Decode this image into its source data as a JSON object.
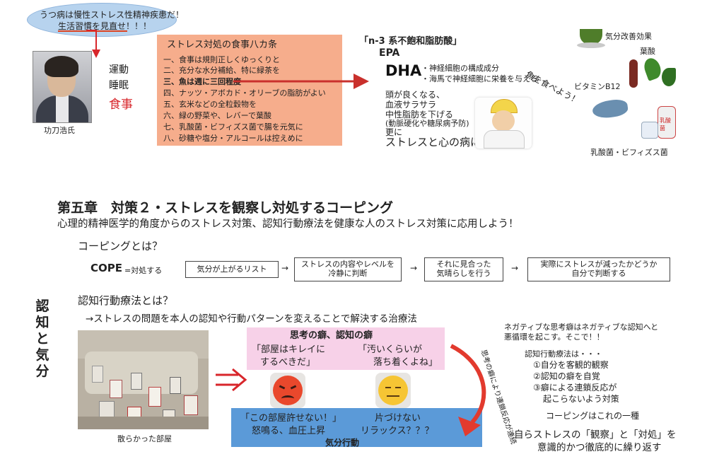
{
  "top": {
    "bubble_line1": "うつ病は慢性ストレス性精神疾患だ！",
    "bubble_line2": "生活習慣を見直せ！！！",
    "person_caption": "功刀浩氏",
    "lifestyle": [
      "運動",
      "睡眠",
      "食事"
    ],
    "kaijo_title": "ストレス対処の食事八カ条",
    "kaijo_items": [
      "一、食事は規則正しくゆっくりと",
      "二、充分な水分補給、特に緑茶を",
      "三、魚は週に三回程度",
      "四、ナッツ・アボカド・オリーブの脂肪がよい",
      "五、玄米などの全粒穀物を",
      "六、緑の野菜や、レバーで葉酸",
      "七、乳酸菌・ビフィズス菌で腸を元気に",
      "八、砂糖や塩分・アルコールは控えめに"
    ],
    "n3_title": "「n-3 系不飽和脂肪酸」",
    "epa": "EPA",
    "dha": "DHA",
    "dha_notes": [
      "・神経細胞の構成成分",
      "・海馬で神経細胞に栄養を与える"
    ],
    "effects": [
      "頭が良くなる、",
      "血液サラサラ",
      "中性脂肪を下げる",
      "(動脈硬化や糖尿病予防)",
      "更に"
    ],
    "effects_last": "ストレスと心の病に効",
    "fish_bubble": "魚を食べよう！",
    "food_labels": {
      "tea": "気分改善効果",
      "folate": "葉酸",
      "b12": "ビタミンB12",
      "lactic": "乳酸菌・ビフィズス菌",
      "yogurt": "乳酸菌"
    }
  },
  "chapter": {
    "title": "第五章　対策２・ストレスを観察し対処するコーピング",
    "subtitle": "心理的精神医学的角度からのストレス対策、認知行動療法を健康な人のストレス対策に応用しよう！",
    "coping_q": "コーピングとは？",
    "cope": "COPE",
    "cope_def": "=対処する",
    "flow": [
      "気分が上がるリスト",
      "ストレスの内容やレベルを\n冷静に判断",
      "それに見合った\n気晴らしを行う",
      "実際にストレスが減ったかどうか\n自分で判断する"
    ],
    "arrow": "→",
    "vertical_title": [
      "認",
      "知",
      "と",
      "気",
      "分"
    ],
    "cbt_q": "認知行動療法とは？",
    "cbt_def": "→ストレスの問題を本人の認知や行動パターンを変えることで解決する治療法",
    "room_caption": "散らかった部屋",
    "thought_title": "思考の癖、認知の癖",
    "thought1": [
      "「部屋はキレイに",
      "するべきだ」"
    ],
    "thought2": [
      "「汚いくらいが",
      "落ち着くよね」"
    ],
    "action1": [
      "「この部屋許せない！」",
      "怒鳴る、血圧上昇"
    ],
    "action2": [
      "片づけない",
      "リラックス？？？"
    ],
    "action_title": "気分行動",
    "curve_label": "思考の癖により連鎖反応が連続",
    "right_intro": [
      "ネガティブな思考癖はネガティブな認知へと",
      "悪循環を起こす。そこで！！"
    ],
    "cbt_label": "認知行動療法は・・・",
    "cbt_steps": [
      "①自分を客観的観察",
      "②認知の癖を自覚",
      "③癖による連鎖反応が",
      "起こらないよう対策"
    ],
    "coping_kind": "コーピングはこれの一種",
    "final": [
      "自らストレスの「観察」と「対処」を",
      "意識的かつ徹底的に繰り返す"
    ]
  },
  "colors": {
    "kaijo_bg": "#f6ad8c",
    "pink": "#f7d1e8",
    "blue": "#5b9ad8",
    "red": "#d8262b"
  }
}
